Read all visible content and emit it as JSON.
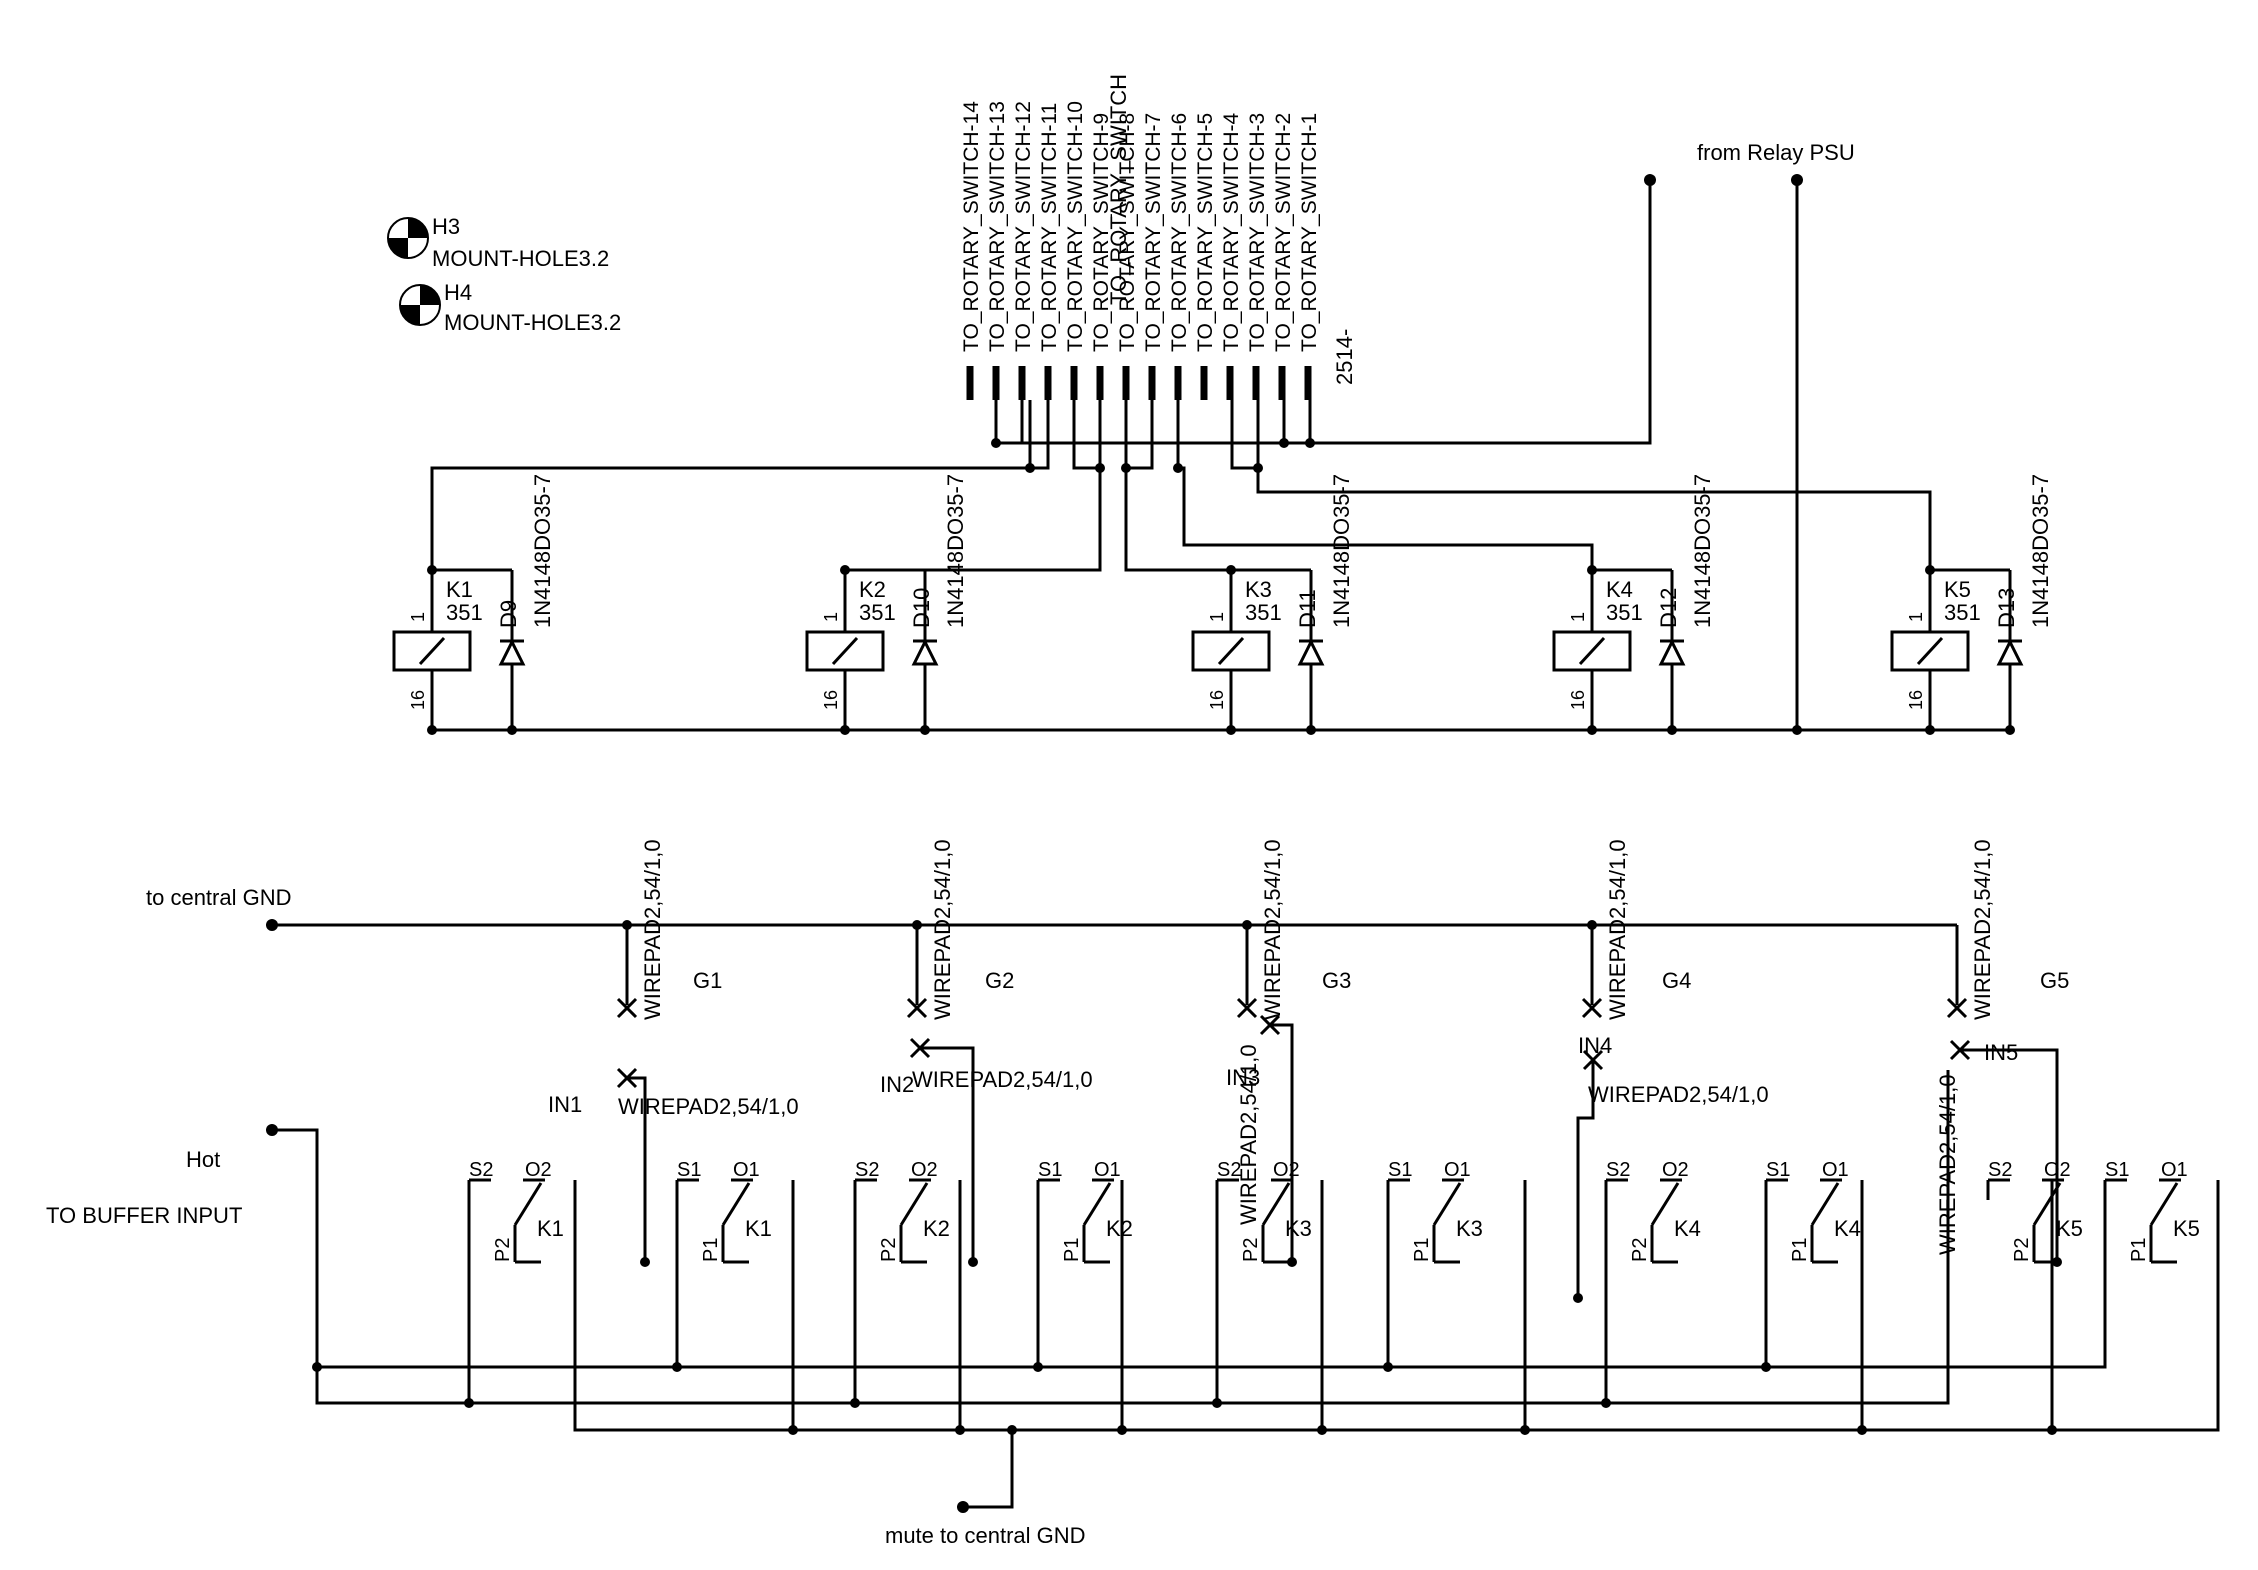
{
  "mount_holes": [
    {
      "ref": "H3",
      "value": "MOUNT-HOLE3.2"
    },
    {
      "ref": "H4",
      "value": "MOUNT-HOLE3.2"
    }
  ],
  "connector": {
    "name_overlay": "TO_ROTARY_SWITCH",
    "value": "2514-",
    "pins": [
      "TO_ROTARY_SWITCH-14",
      "TO_ROTARY_SWITCH-13",
      "TO_ROTARY_SWITCH-12",
      "TO_ROTARY_SWITCH-11",
      "TO_ROTARY_SWITCH-10",
      "TO_ROTARY_SWITCH-9",
      "TO_ROTARY_SWITCH-8",
      "TO_ROTARY_SWITCH-7",
      "TO_ROTARY_SWITCH-6",
      "TO_ROTARY_SWITCH-5",
      "TO_ROTARY_SWITCH-4",
      "TO_ROTARY_SWITCH-3",
      "TO_ROTARY_SWITCH-2",
      "TO_ROTARY_SWITCH-1"
    ]
  },
  "relay_psu_label": "from Relay PSU",
  "coil_pins": {
    "top": "1",
    "bottom": "16"
  },
  "relays": [
    {
      "ref": "K1",
      "value": "351",
      "diode": "D9",
      "diode_value": "1N4148DO35-7"
    },
    {
      "ref": "K2",
      "value": "351",
      "diode": "D10",
      "diode_value": "1N4148DO35-7"
    },
    {
      "ref": "K3",
      "value": "351",
      "diode": "D11",
      "diode_value": "1N4148DO35-7"
    },
    {
      "ref": "K4",
      "value": "351",
      "diode": "D12",
      "diode_value": "1N4148DO35-7"
    },
    {
      "ref": "K5",
      "value": "351",
      "diode": "D13",
      "diode_value": "1N4148DO35-7"
    }
  ],
  "gnd_label": "to central GND",
  "wirepad_value": "WIREPAD2,54/1,0",
  "gnd_pads": [
    "G1",
    "G2",
    "G3",
    "G4",
    "G5"
  ],
  "in_pads": [
    "IN1",
    "IN2",
    "IN3",
    "IN4",
    "IN5"
  ],
  "hot_label": "Hot",
  "buffer_label": "TO BUFFER INPUT",
  "mute_label": "mute to central GND",
  "contact_labels": {
    "s2": "S2",
    "o2": "O2",
    "p2": "P2",
    "s1": "S1",
    "o1": "O1",
    "p1": "P1"
  }
}
